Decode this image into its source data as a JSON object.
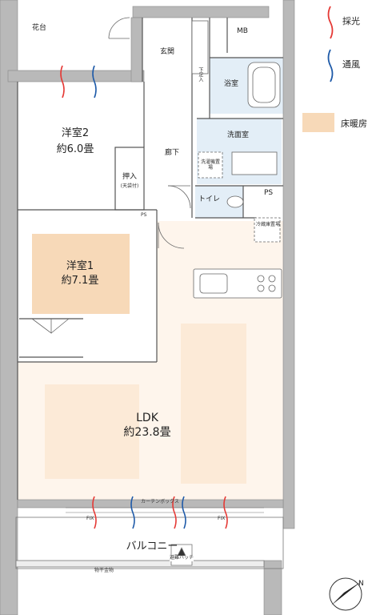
{
  "legend": {
    "lighting": "採光",
    "ventilation": "通風",
    "floor_heating": "床暖房",
    "colors": {
      "lighting": "#e53935",
      "ventilation": "#1e5aa8",
      "floor_heating": "#f7d9b8"
    }
  },
  "rooms": {
    "flower_bed": "花台",
    "mb": "MB",
    "entrance": "玄関",
    "shoe_box": "下足入",
    "bath": "浴室",
    "washroom": "洗面室",
    "corridor": "廊下",
    "toilet": "トイレ",
    "ps_top": "PS",
    "ps_small": "PS",
    "washer_space": "洗濯機置場",
    "fridge_space": "冷蔵庫置場",
    "western2_name": "洋室2",
    "western2_size": "約6.0畳",
    "closet": "押入",
    "closet_note": "(天袋付)",
    "western1_name": "洋室1",
    "western1_size": "約7.1畳",
    "ldk_name": "LDK",
    "ldk_size": "約23.8畳",
    "curtain_box": "カーテンボックス",
    "fix_left": "FIX",
    "fix_right": "FIX",
    "balcony": "バルコニー",
    "hatch": "避難ハッチ",
    "drying_pole": "物干金物"
  },
  "compass": "N"
}
